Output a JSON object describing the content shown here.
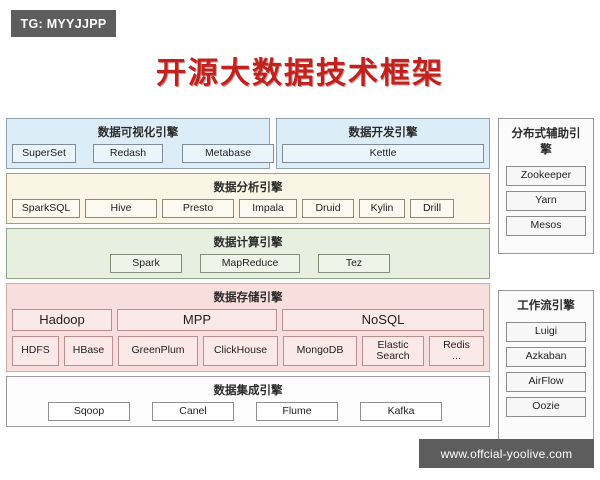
{
  "badges": {
    "tg": "TG: MYYJJPP",
    "watermark": "www.offcial-yoolive.com"
  },
  "page_title": "开源大数据技术框架",
  "colors": {
    "title": "#c1221d",
    "badge_bg": "#5d5d5d",
    "visualization": "#dcedf7",
    "development": "#dcedf7",
    "analysis": "#faf5e4",
    "compute": "#e7efe0",
    "storage": "#f9dede",
    "integration": "#fdfdfd",
    "side": "#fbfbfb"
  },
  "diagram": {
    "main_layers": [
      {
        "id": "visualization",
        "title": "数据可视化引擎",
        "theme": "blue",
        "items": [
          "SuperSet",
          "Redash",
          "Metabase"
        ]
      },
      {
        "id": "development",
        "title": "数据开发引擎",
        "theme": "blue",
        "items": [
          "Kettle"
        ]
      },
      {
        "id": "analysis",
        "title": "数据分析引擎",
        "theme": "cream",
        "items": [
          "SparkSQL",
          "Hive",
          "Presto",
          "Impala",
          "Druid",
          "Kylin",
          "Drill"
        ]
      },
      {
        "id": "compute",
        "title": "数据计算引擎",
        "theme": "green",
        "items": [
          "Spark",
          "MapReduce",
          "Tez"
        ]
      },
      {
        "id": "storage",
        "title": "数据存储引擎",
        "theme": "pink",
        "groups": [
          "Hadoop",
          "MPP",
          "NoSQL"
        ],
        "items": [
          "HDFS",
          "HBase",
          "GreenPlum",
          "ClickHouse",
          "MongoDB",
          "Elastic\nSearch",
          "Redis\n..."
        ]
      },
      {
        "id": "integration",
        "title": "数据集成引擎",
        "theme": "white",
        "items": [
          "Sqoop",
          "Canel",
          "Flume",
          "Kafka"
        ]
      }
    ],
    "side_panels": [
      {
        "id": "distributed-assist",
        "title": "分布式辅助引擎",
        "items": [
          "Zookeeper",
          "Yarn",
          "Mesos"
        ]
      },
      {
        "id": "workflow",
        "title": "工作流引擎",
        "items": [
          "Luigi",
          "Azkaban",
          "AirFlow",
          "Oozie"
        ]
      }
    ]
  }
}
